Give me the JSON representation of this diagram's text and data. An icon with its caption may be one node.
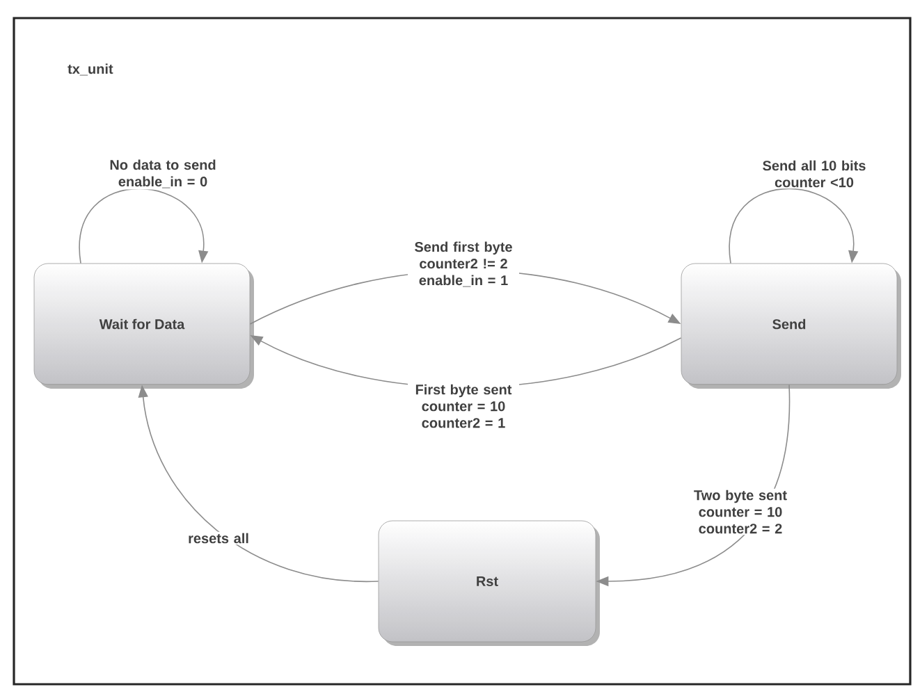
{
  "diagram": {
    "nodes": [
      {
        "text": [
          "tx_unit"
        ]
      },
      {
        "text": [
          "Wait for Data"
        ],
        "in": 0
      },
      {
        "text": [
          "Send"
        ],
        "in": 0
      },
      {
        "text": [
          "Rst"
        ],
        "in": 0
      }
    ],
    "edges": [
      {
        "from": 1,
        "to": 1,
        "arrow": "to",
        "label": "No data to send enable_in = 0"
      },
      {
        "from": 1,
        "to": 2,
        "arrow": "to",
        "label": "Send first byte counter2 != 2 enable_in = 1"
      },
      {
        "from": 2,
        "to": 1,
        "arrow": "to",
        "label": "First byte sent counter = 10 counter2 = 1"
      },
      {
        "from": 2,
        "to": 2,
        "arrow": "to",
        "label": "Send all 10 bits counter <10"
      },
      {
        "from": 2,
        "to": 3,
        "arrow": "to",
        "label": "Two byte sent counter = 10 counter2 = 2"
      },
      {
        "from": 3,
        "to": 1,
        "arrow": "to",
        "label": "resets all"
      }
    ]
  }
}
